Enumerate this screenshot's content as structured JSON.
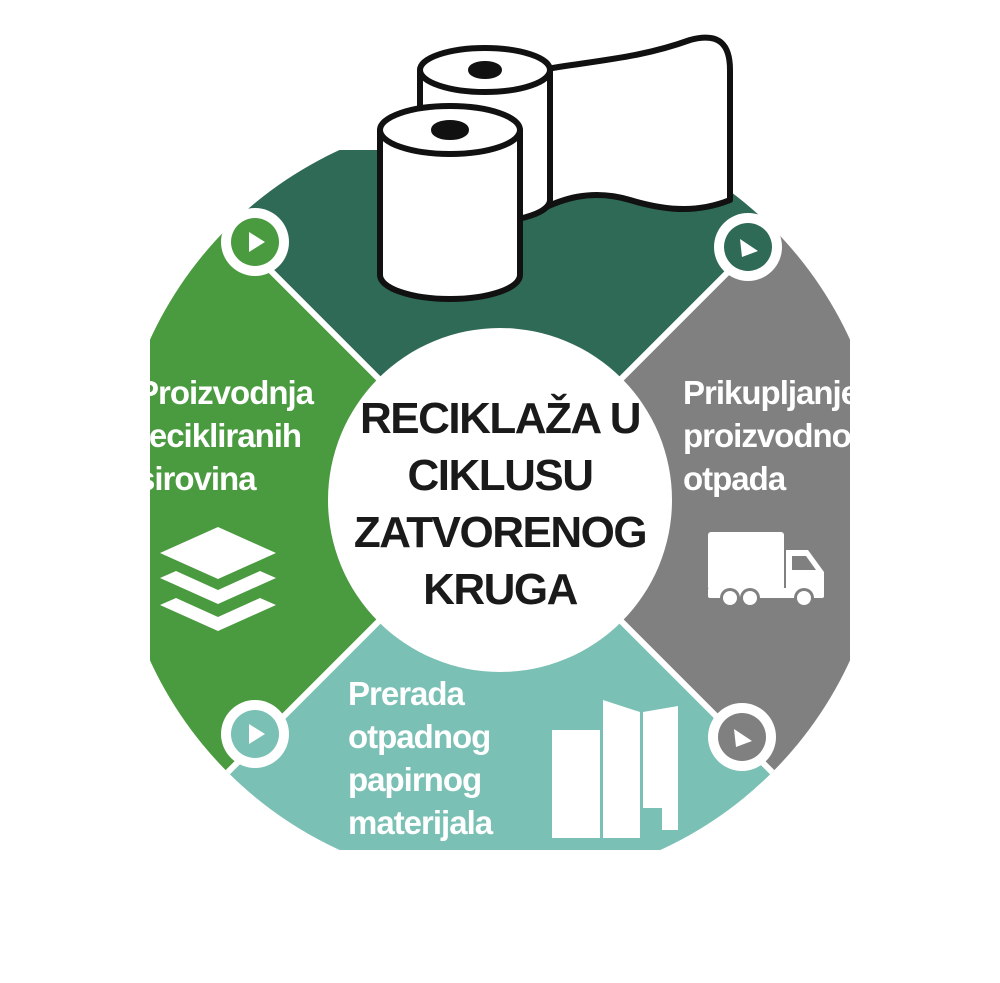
{
  "title": [
    "RECIKLAŽA U",
    "CIKLUSU",
    "ZATVORENOG",
    "KRUGA"
  ],
  "segments": {
    "top": {
      "color": "#2f6a57",
      "icon": "paper-rolls-icon"
    },
    "right": {
      "lines": [
        "Prikupljanje",
        "proizvodnog",
        "otpada"
      ],
      "color": "#808080",
      "icon": "truck-icon"
    },
    "bottom": {
      "lines": [
        "Prerada",
        "otpadnog",
        "papirnog",
        "materijala"
      ],
      "color": "#7ac0b4",
      "icon": "factory-icon"
    },
    "left": {
      "lines": [
        "Proizvodnja",
        "recikliranih",
        "sirovina"
      ],
      "color": "#4a9a3f",
      "icon": "layers-icon"
    }
  },
  "colors": {
    "divider": "#ffffff",
    "outline": "#111111"
  }
}
